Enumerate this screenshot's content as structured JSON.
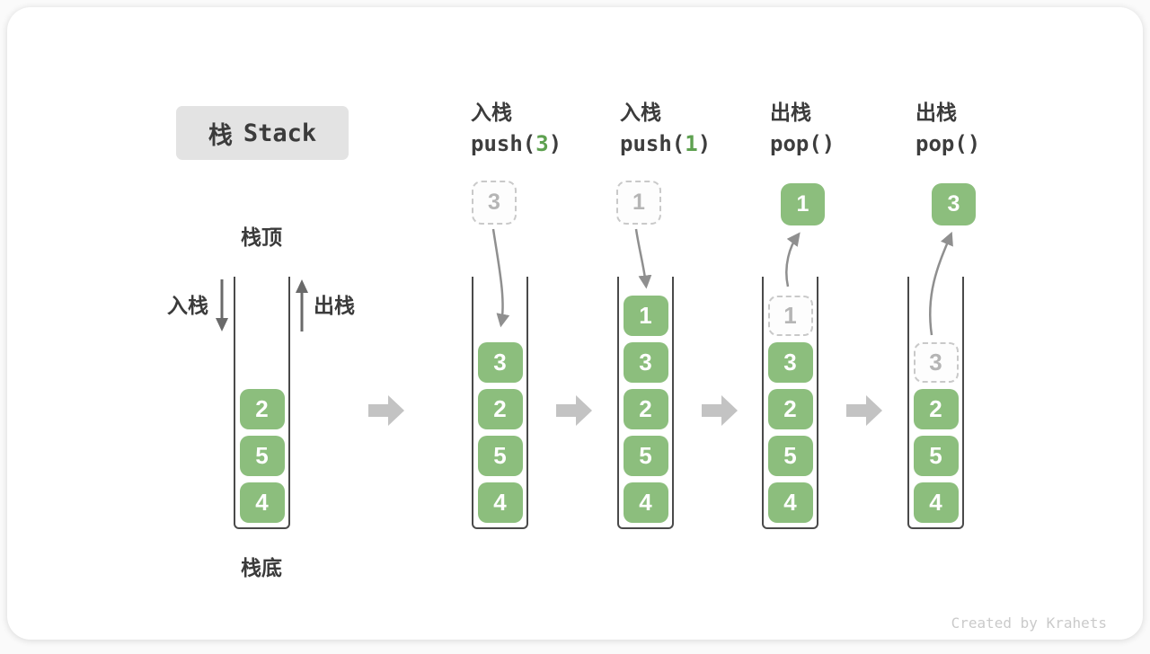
{
  "title": {
    "zh": "栈",
    "en": "Stack"
  },
  "stack_labels": {
    "top": "栈顶",
    "bottom": "栈底",
    "push_side": "入栈",
    "pop_side": "出栈"
  },
  "operations": [
    {
      "label": "入栈",
      "code_pre": "push(",
      "code_arg": "3",
      "code_post": ")"
    },
    {
      "label": "入栈",
      "code_pre": "push(",
      "code_arg": "1",
      "code_post": ")"
    },
    {
      "label": "出栈",
      "code_pre": "pop(",
      "code_arg": "",
      "code_post": ")"
    },
    {
      "label": "出栈",
      "code_pre": "pop(",
      "code_arg": "",
      "code_post": ")"
    }
  ],
  "floating_boxes": [
    {
      "value": "3",
      "style": "dashed"
    },
    {
      "value": "1",
      "style": "dashed"
    },
    {
      "value": "1",
      "style": "solid"
    },
    {
      "value": "3",
      "style": "solid"
    }
  ],
  "stacks": [
    {
      "cells": [
        {
          "value": "2",
          "style": "solid"
        },
        {
          "value": "5",
          "style": "solid"
        },
        {
          "value": "4",
          "style": "solid"
        }
      ]
    },
    {
      "cells": [
        {
          "value": "3",
          "style": "solid"
        },
        {
          "value": "2",
          "style": "solid"
        },
        {
          "value": "5",
          "style": "solid"
        },
        {
          "value": "4",
          "style": "solid"
        }
      ]
    },
    {
      "cells": [
        {
          "value": "1",
          "style": "solid"
        },
        {
          "value": "3",
          "style": "solid"
        },
        {
          "value": "2",
          "style": "solid"
        },
        {
          "value": "5",
          "style": "solid"
        },
        {
          "value": "4",
          "style": "solid"
        }
      ]
    },
    {
      "cells": [
        {
          "value": "1",
          "style": "dashed"
        },
        {
          "value": "3",
          "style": "solid"
        },
        {
          "value": "2",
          "style": "solid"
        },
        {
          "value": "5",
          "style": "solid"
        },
        {
          "value": "4",
          "style": "solid"
        }
      ]
    },
    {
      "cells": [
        {
          "value": "3",
          "style": "dashed"
        },
        {
          "value": "2",
          "style": "solid"
        },
        {
          "value": "5",
          "style": "solid"
        },
        {
          "value": "4",
          "style": "solid"
        }
      ]
    }
  ],
  "watermark": "Created by Krahets",
  "icons": {
    "flow_arrow": "right-block-arrow",
    "push_arrow": "down-arrow",
    "pop_arrow": "up-arrow"
  },
  "colors": {
    "cell_green": "#8CBE7D",
    "code_arg_green": "#5EA150",
    "block_arrow_gray": "#C3C3C3",
    "curve_arrow_gray": "#8F8F8F",
    "title_box_bg": "#E3E3E3",
    "ink": "#3B3B3B"
  }
}
